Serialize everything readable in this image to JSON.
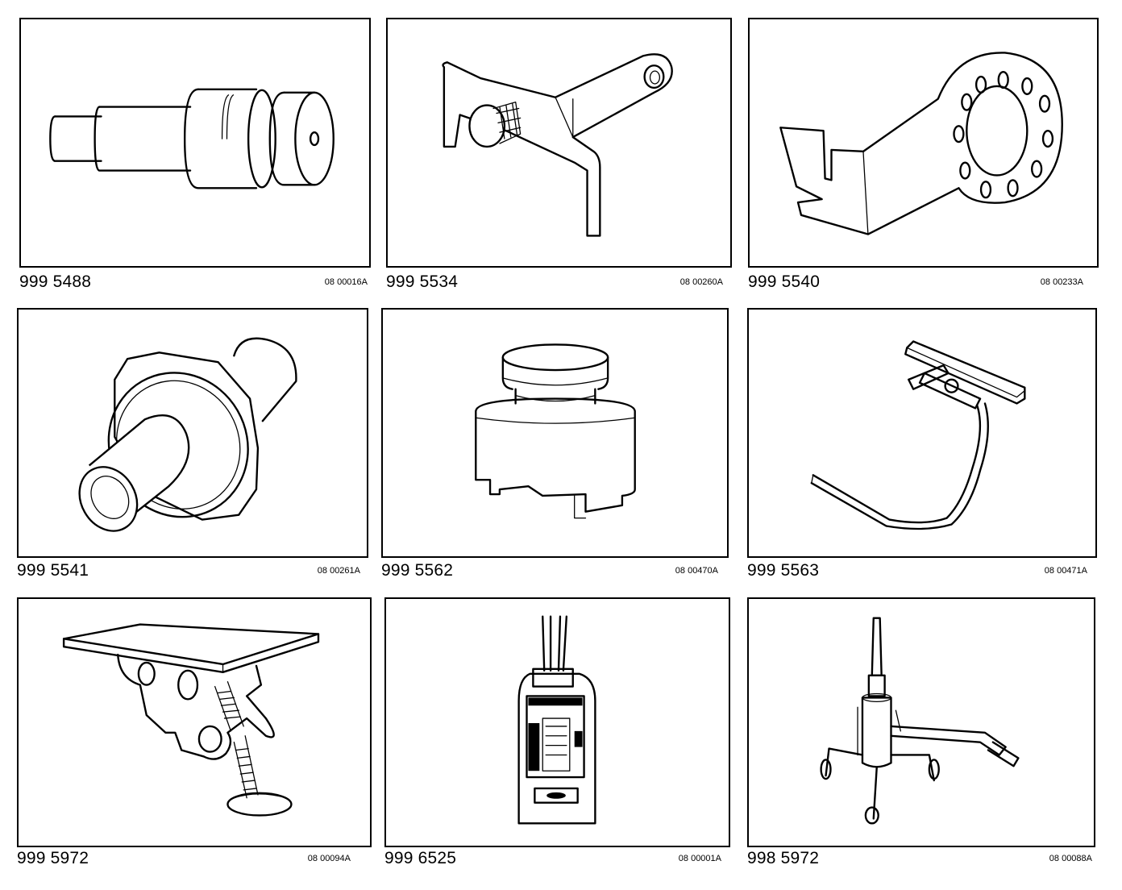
{
  "tools": [
    {
      "part_number": "999 5488",
      "ref_code": "08 00016A",
      "icon": "piston-drift-drawing"
    },
    {
      "part_number": "999 5534",
      "ref_code": "08 00260A",
      "icon": "bracket-with-knurled-knob-drawing"
    },
    {
      "part_number": "999 5540",
      "ref_code": "08 00233A",
      "icon": "flywheel-holder-drawing"
    },
    {
      "part_number": "999 5541",
      "ref_code": "08 00261A",
      "icon": "hex-adapter-drawing"
    },
    {
      "part_number": "999 5562",
      "ref_code": "08 00470A",
      "icon": "stepped-socket-drawing"
    },
    {
      "part_number": "999 5563",
      "ref_code": "08 00471A",
      "icon": "rod-bracket-drawing"
    },
    {
      "part_number": "999 5972",
      "ref_code": "08 00094A",
      "icon": "fixture-plate-drawing"
    },
    {
      "part_number": "999 6525",
      "ref_code": "08 00001A",
      "icon": "tester-unit-drawing"
    },
    {
      "part_number": "998 5972",
      "ref_code": "08 00088A",
      "icon": "stand-with-crank-drawing"
    }
  ]
}
